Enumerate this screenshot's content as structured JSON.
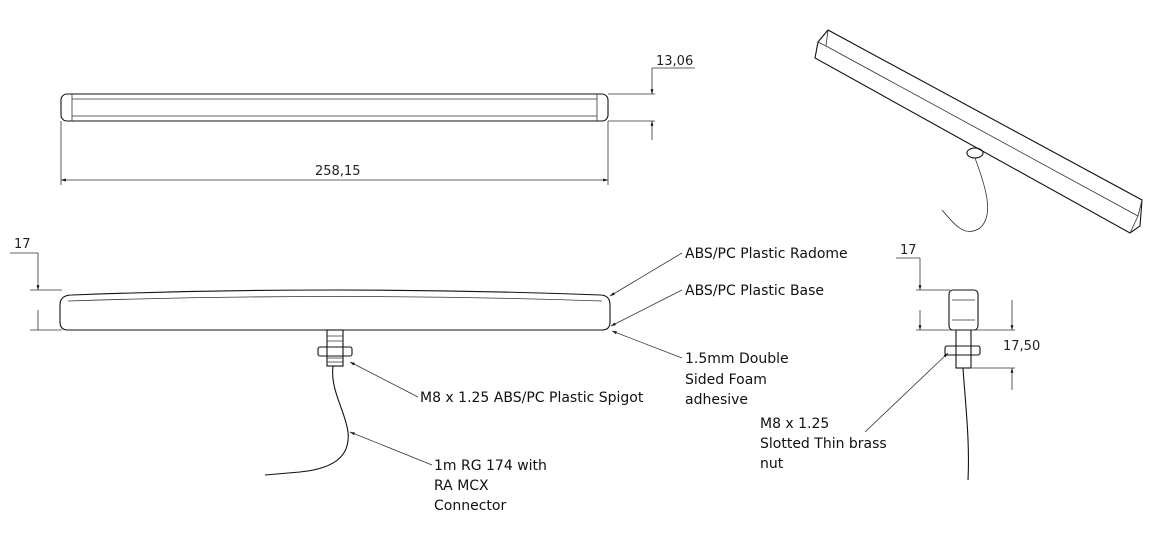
{
  "dimensions": {
    "length": "258,15",
    "width": "13,06",
    "height_side": "17",
    "height_end": "17",
    "spigot_length": "17,50"
  },
  "labels": {
    "radome": "ABS/PC Plastic Radome",
    "base": "ABS/PC Plastic Base",
    "foam": [
      "1.5mm Double",
      "Sided Foam",
      "adhesive"
    ],
    "spigot": "M8 x 1.25 ABS/PC Plastic Spigot",
    "cable": [
      "1m RG 174  with",
      "RA MCX",
      "Connector"
    ],
    "nut": [
      "M8 x 1.25",
      "Slotted Thin brass",
      "nut"
    ]
  }
}
